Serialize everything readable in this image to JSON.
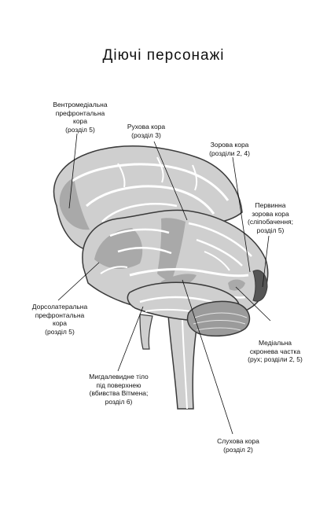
{
  "title": "Діючі персонажі",
  "labels": {
    "vmpfc": [
      "Вентромедіальна",
      "префронтальна",
      "кора",
      "(розділ 5)"
    ],
    "motor": [
      "Рухова кора",
      "(розділ 3)"
    ],
    "visual": [
      "Зорова кора",
      "(розділи 2, 4)"
    ],
    "primary_visual": [
      "Первинна",
      "зорова кора",
      "(сліпобачення;",
      "розділ 5)"
    ],
    "dlpfc": [
      "Дорсолатеральна",
      "префронтальна",
      "кора",
      "(розділ 5)"
    ],
    "mt": [
      "Медіальна",
      "скронева частка",
      "(рух; розділи 2, 5)"
    ],
    "amygdala": [
      "Мигдалевидне тіло",
      "під поверхнею",
      "(вбивства Вітмена;",
      "розділ 6)"
    ],
    "auditory": [
      "Слухова кора",
      "(розділ 2)"
    ]
  },
  "colors": {
    "brain_fill": "#cfcfcf",
    "region_fill": "#a9a9a9",
    "outline": "#3a3a3a",
    "sulcus": "#ffffff"
  }
}
